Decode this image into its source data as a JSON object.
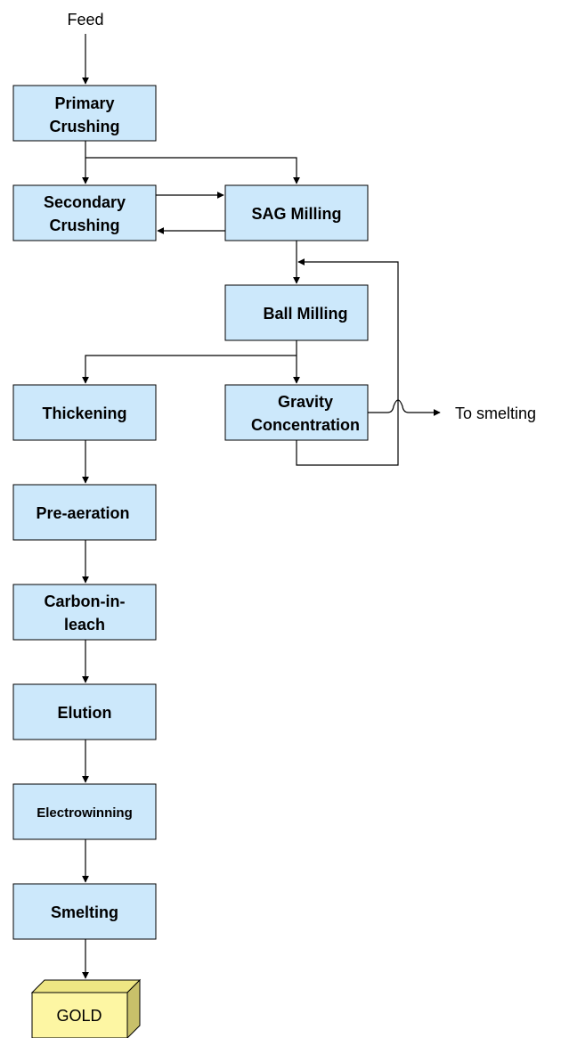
{
  "feed_label": "Feed",
  "output_label": "To smelting",
  "product_label": "GOLD",
  "colors": {
    "box_fill": "#cce8fb",
    "product_fill": "#fdf6a3",
    "line": "#000000"
  },
  "nodes": {
    "primary_crushing": [
      "Primary",
      "Crushing"
    ],
    "secondary_crushing": [
      "Secondary",
      "Crushing"
    ],
    "sag_milling": [
      "SAG Milling"
    ],
    "ball_milling": [
      "Ball Milling"
    ],
    "gravity_concentration": [
      "Gravity",
      "Concentration"
    ],
    "thickening": [
      "Thickening"
    ],
    "pre_aeration": [
      "Pre-aeration"
    ],
    "carbon_in_leach": [
      "Carbon-in-",
      "leach"
    ],
    "elution": [
      "Elution"
    ],
    "electrowinning": [
      "Electrowinning"
    ],
    "smelting": [
      "Smelting"
    ]
  }
}
